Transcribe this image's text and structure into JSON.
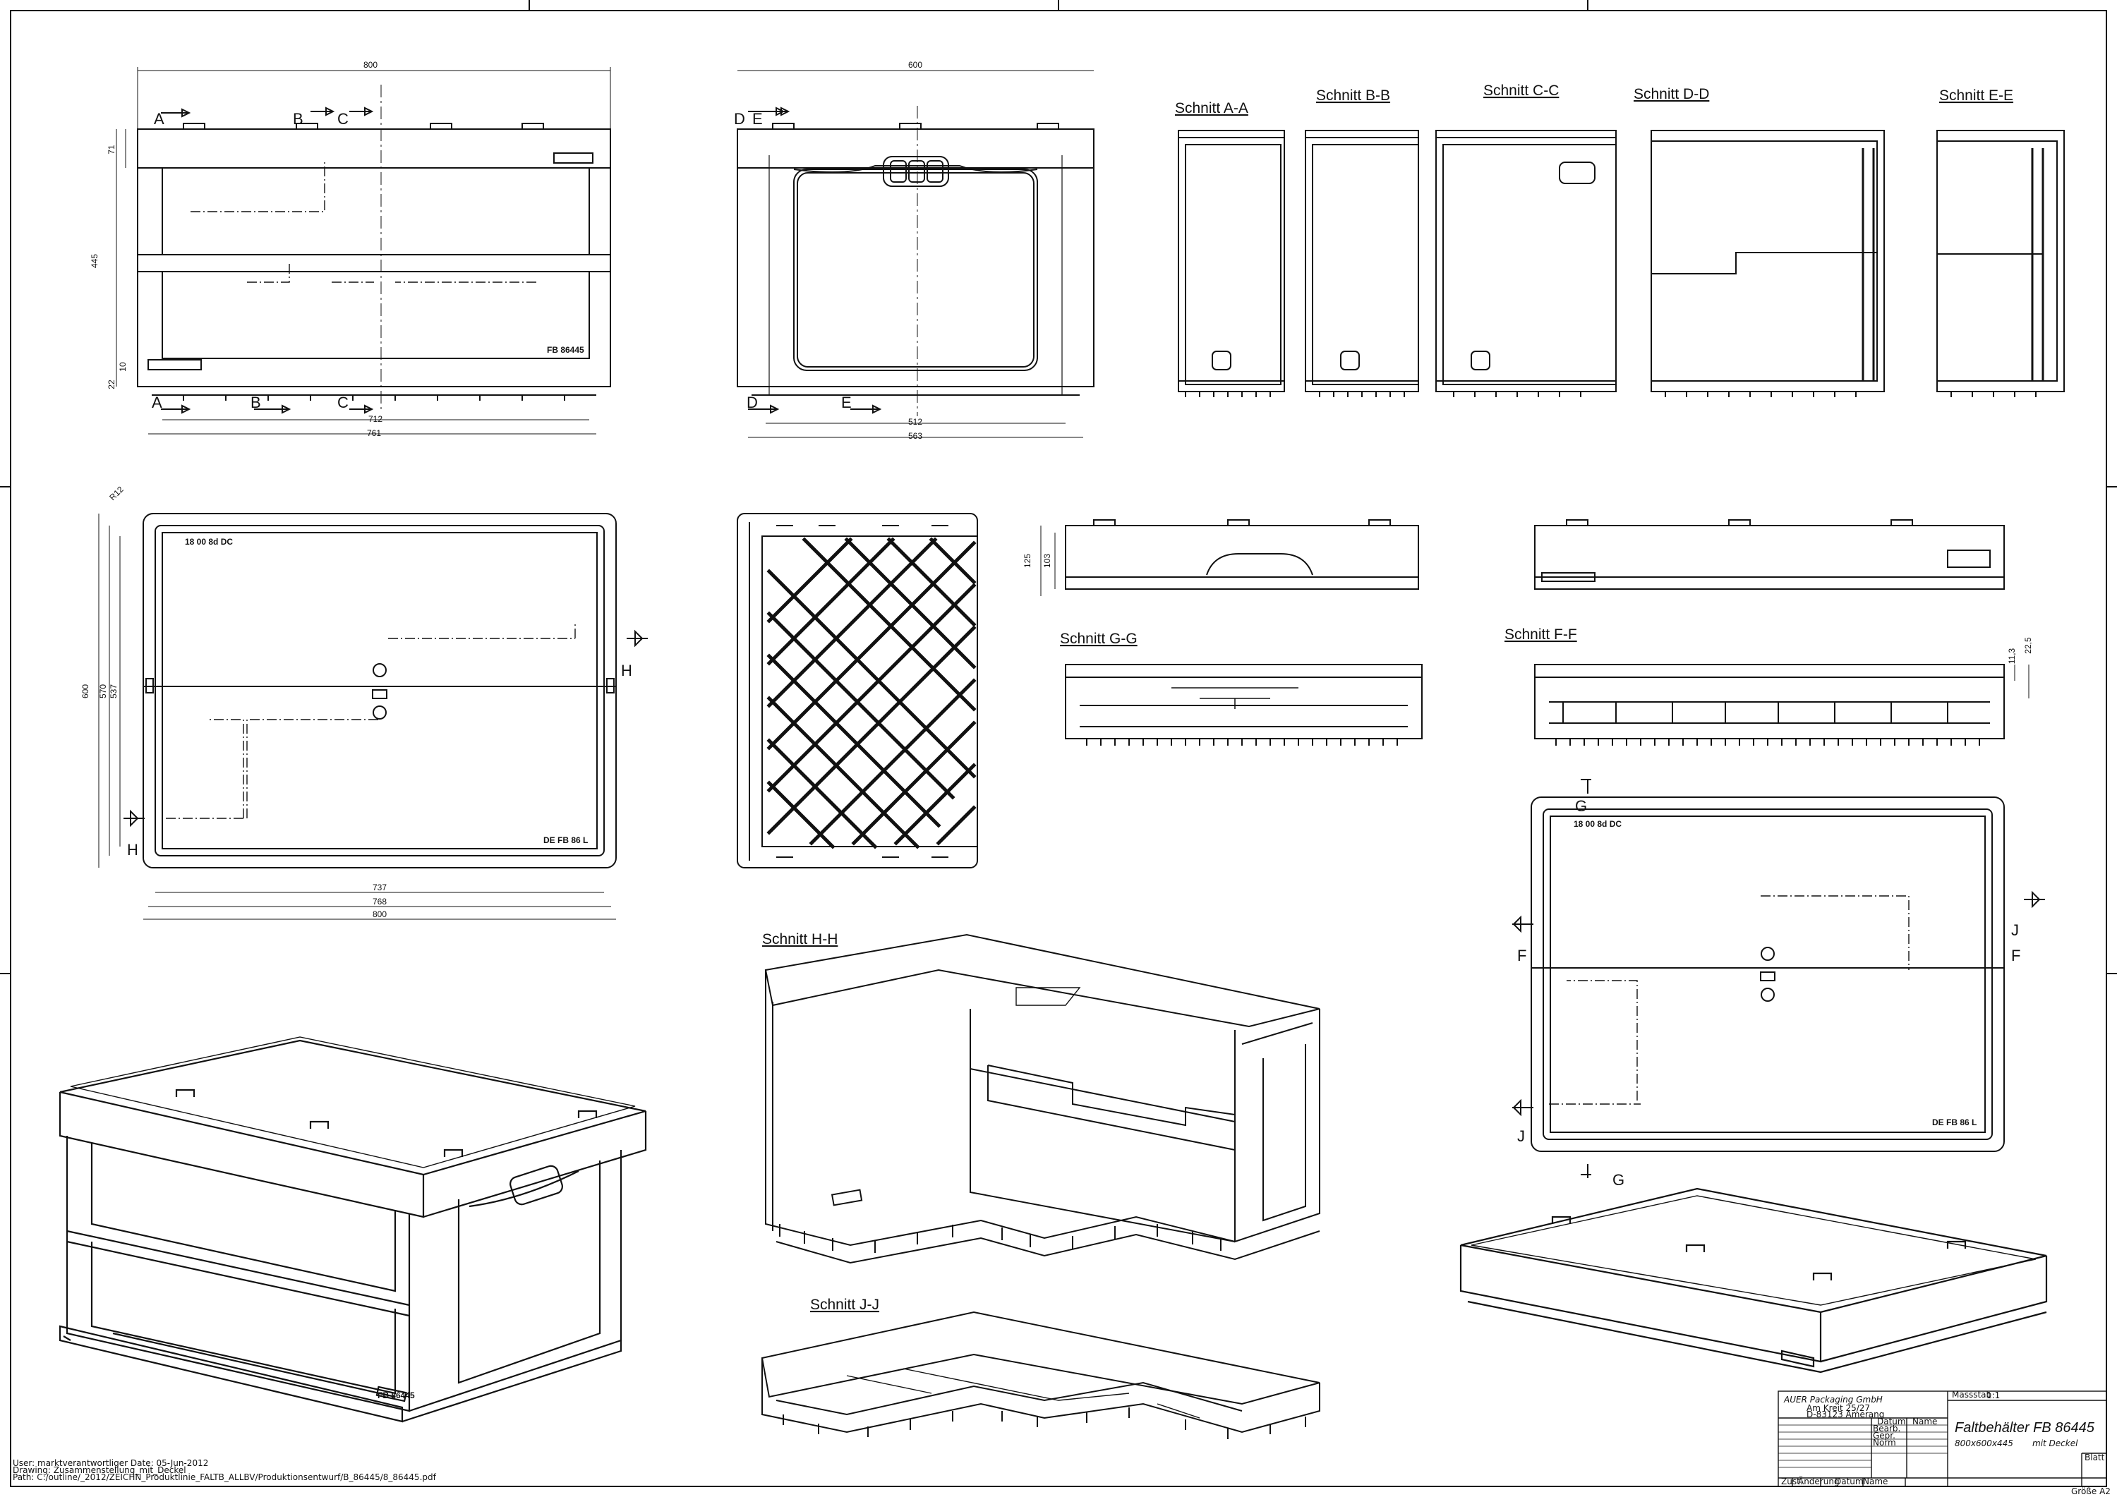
{
  "front_view": {
    "dims": {
      "width": "800",
      "height": "445",
      "top": "71",
      "d1": "10",
      "d2": "22",
      "inner": "712",
      "outer": "761"
    },
    "marks": {
      "a": "A",
      "b": "B",
      "c": "C"
    },
    "stamp": "FB 86445"
  },
  "side_view": {
    "dims": {
      "width": "600",
      "inner": "512",
      "outer": "563"
    },
    "marks": {
      "d": "D",
      "e": "E"
    }
  },
  "sections": {
    "aa": "Schnitt A-A",
    "bb": "Schnitt B-B",
    "cc": "Schnitt C-C",
    "dd": "Schnitt D-D",
    "ee": "Schnitt E-E",
    "gg": "Schnitt G-G",
    "ff": "Schnitt F-F",
    "hh": "Schnitt H-H",
    "jj": "Schnitt J-J"
  },
  "lid_top": {
    "dims": {
      "h600": "600",
      "h570": "570",
      "h537": "537",
      "w737": "737",
      "w768": "768",
      "w800": "800",
      "corner": "R12"
    },
    "mark": "H",
    "stamp_tl": "18 00 8d DC",
    "stamp_br": "DE FB 86 L"
  },
  "lid_side": {
    "dims": {
      "h125": "125",
      "h103": "103"
    }
  },
  "section_ff_dims": {
    "a": "11,3",
    "b": "22,5"
  },
  "lid_top2": {
    "marks": {
      "g": "G",
      "j": "J",
      "f": "F"
    },
    "stamp_tl": "18 00 8d DC",
    "stamp_br": "DE FB 86 L"
  },
  "iso": {
    "stamp": "FB 86445"
  },
  "title_block": {
    "company": "AUER Packaging GmbH",
    "address1": "Am Kreit 25/27",
    "address2": "D-83123 Amerang",
    "scale_label": "Massstab",
    "scale": "1:1",
    "title": "Faltbehälter FB 86445",
    "subtitle": "800x600x445",
    "subtitle2": "mit Deckel",
    "col_date": "Datum",
    "col_name": "Name",
    "row1": "Bearb.",
    "row2": "Gepr.",
    "row3": "Norm",
    "foot1": "Zust.",
    "foot2": "Änderung",
    "foot3": "Datum",
    "foot4": "Name",
    "sheet": "Blatt",
    "size": "Größe A2"
  },
  "footer_notes": {
    "line1": "User: marktverantwortliger    Date: 05-Jun-2012",
    "line2": "Drawing: Zusammenstellung_mit_Deckel",
    "line3": "Path: C:/outline/_2012/ZEICHN_Produktlinie_FALTB_ALLBV/Produktionsentwurf/B_86445/8_86445.pdf"
  }
}
